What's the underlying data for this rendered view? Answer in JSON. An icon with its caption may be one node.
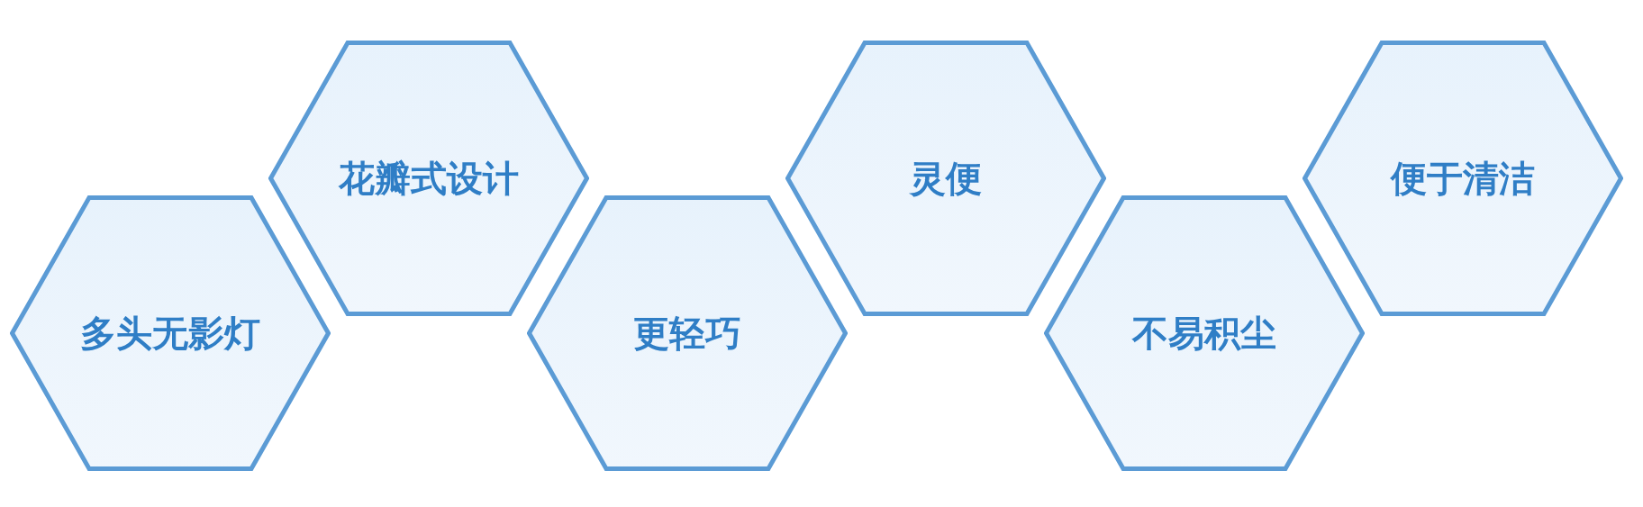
{
  "diagram": {
    "nodes": [
      {
        "text": [
          "多头无影灯"
        ]
      },
      {
        "text": [
          "花瓣式设计"
        ]
      },
      {
        "text": [
          "更轻巧"
        ]
      },
      {
        "text": [
          "灵便"
        ]
      },
      {
        "text": [
          "不易积尘"
        ]
      },
      {
        "text": [
          "便于清洁"
        ]
      }
    ]
  }
}
